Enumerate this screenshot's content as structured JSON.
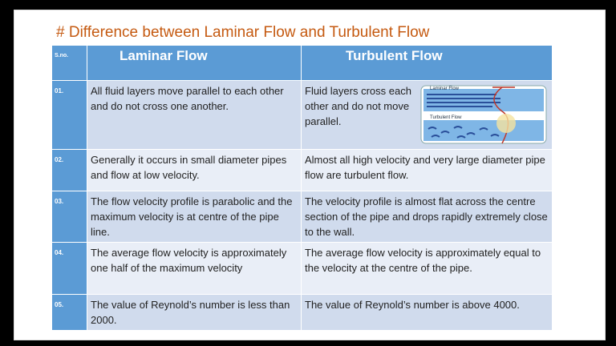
{
  "title": "# Difference between Laminar Flow and Turbulent Flow",
  "table": {
    "headers": {
      "sno": "S.no.",
      "laminar": "Laminar Flow",
      "turbulent": "Turbulent Flow"
    },
    "rows": [
      {
        "sno": "01.",
        "laminar": "All fluid layers move parallel to each other and do not cross one another.",
        "turbulent": "Fluid layers cross each other and do not move parallel."
      },
      {
        "sno": "02.",
        "laminar": "Generally it occurs in small diameter pipes and flow at low velocity.",
        "turbulent": "Almost all high velocity and very large diameter pipe flow are turbulent flow."
      },
      {
        "sno": "03.",
        "laminar": "The flow velocity profile is parabolic and the maximum velocity is at centre of the pipe line.",
        "turbulent": "The velocity profile is almost flat across the centre section of the pipe and drops rapidly extremely close to the wall."
      },
      {
        "sno": "04.",
        "laminar": "The average flow velocity is approximately one half of the maximum velocity",
        "turbulent": "The average flow velocity is approximately equal to the velocity at the centre of the pipe."
      },
      {
        "sno": "05.",
        "laminar": "The value of Reynold’s number is less than 2000.",
        "turbulent": "The value of Reynold’s number is above 4000."
      }
    ]
  },
  "flow_image": {
    "laminar_label": "Laminar Flow",
    "turbulent_label": "Turbulent Flow"
  },
  "colors": {
    "title": "#c55a11",
    "header": "#5b9bd5",
    "row_dark": "#d0dbed",
    "row_light": "#e9eef7"
  }
}
